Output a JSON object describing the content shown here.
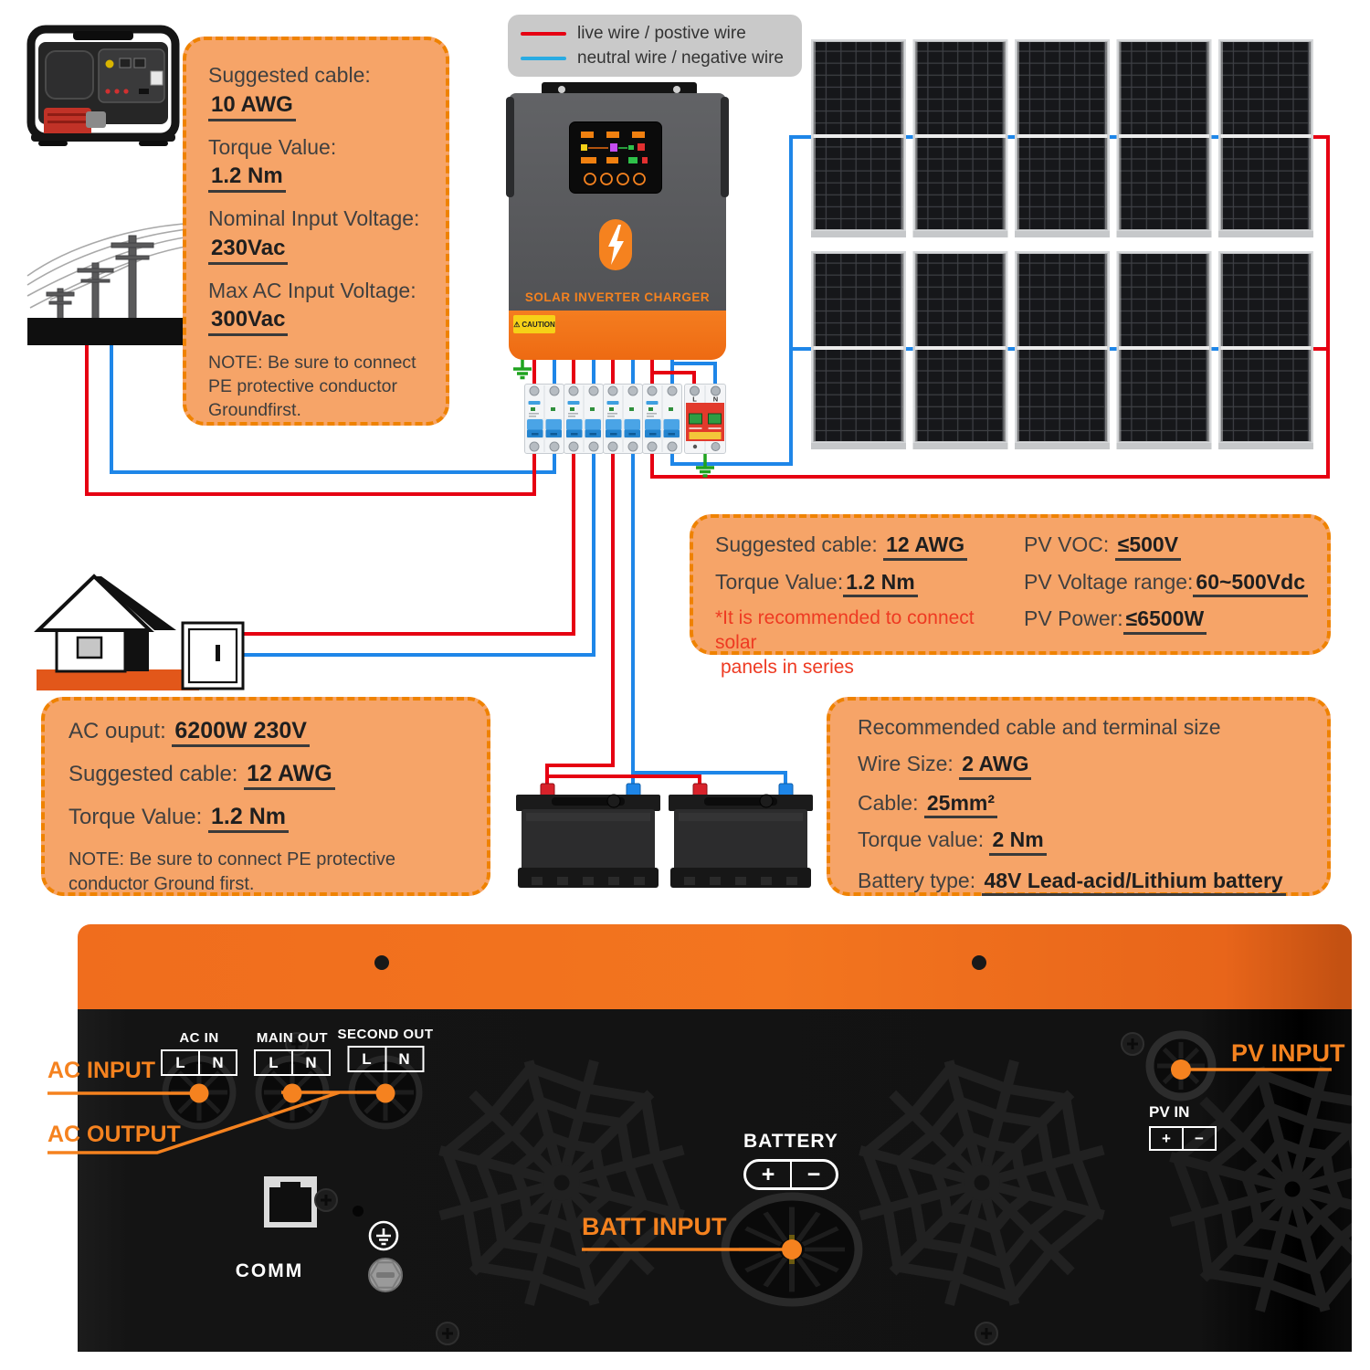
{
  "legend": {
    "live_label": "live wire / postive wire",
    "neutral_label": "neutral wire / negative wire",
    "live_color": "#e60012",
    "neutral_color": "#29abe2"
  },
  "inverter": {
    "title": "SOLAR INVERTER CHARGER",
    "caution": "CAUTION"
  },
  "boxes": {
    "ac_input_specs": {
      "rows": [
        {
          "label": "Suggested cable:",
          "value": "10 AWG"
        },
        {
          "label": "Torque Value:",
          "value": "1.2 Nm"
        },
        {
          "label": "Nominal Input Voltage:",
          "value": "230Vac"
        },
        {
          "label": "Max AC Input Voltage:",
          "value": "300Vac"
        }
      ],
      "note": "NOTE: Be sure to connect PE protective conductor Groundfirst."
    },
    "pv_specs": {
      "left_rows": [
        {
          "label": "Suggested cable:",
          "value": "12 AWG"
        },
        {
          "label": "Torque Value:",
          "value": "1.2 Nm"
        }
      ],
      "warning_line1": "*It is recommended to connect solar",
      "warning_line2": "panels in series",
      "right_rows": [
        {
          "label": "PV VOC:",
          "value": "≤500V"
        },
        {
          "label": "PV Voltage range:",
          "value": "60~500Vdc"
        },
        {
          "label": "PV Power:",
          "value": "≤6500W"
        }
      ]
    },
    "ac_output_specs": {
      "rows": [
        {
          "label": "AC ouput:",
          "value": "6200W 230V"
        },
        {
          "label": "Suggested cable:",
          "value": "12 AWG"
        },
        {
          "label": "Torque Value:",
          "value": "1.2 Nm"
        }
      ],
      "note": "NOTE: Be sure to connect PE protective conductor Ground first."
    },
    "battery_specs": {
      "title": "Recommended cable and terminal size",
      "rows": [
        {
          "label": "Wire Size:",
          "value": "2 AWG"
        },
        {
          "label": "Cable:",
          "value": "25mm²"
        },
        {
          "label": "Torque value:",
          "value": "2 Nm"
        },
        {
          "label": "Battery type:",
          "value": "48V Lead-acid/Lithium battery"
        }
      ]
    }
  },
  "spd": {
    "l": "L",
    "n": "N"
  },
  "rear_panel": {
    "terminals": [
      {
        "title": "AC  IN",
        "left": "L",
        "right": "N"
      },
      {
        "title": "MAIN OUT",
        "left": "L",
        "right": "N"
      },
      {
        "title": "SECOND OUT",
        "left": "L",
        "right": "N"
      }
    ],
    "labels": {
      "ac_input": "AC INPUT",
      "ac_output": "AC OUTPUT",
      "comm": "COMM",
      "battery": "BATTERY",
      "batt_input": "BATT INPUT",
      "pv_input": "PV INPUT",
      "pv_in": "PV  IN",
      "plus": "+",
      "minus": "−"
    }
  },
  "colors": {
    "accent_orange": "#f5821f",
    "box_fill": "#f6a468",
    "box_border": "#ef8200",
    "wire_red": "#e60012",
    "wire_blue": "#1e86e8",
    "ground_green": "#1fa31f"
  }
}
